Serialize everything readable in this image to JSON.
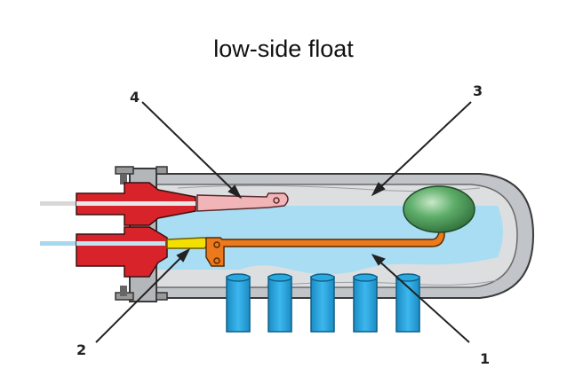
{
  "title": "low-side float",
  "callouts": {
    "c1": "1",
    "c2": "2",
    "c3": "3",
    "c4": "4"
  },
  "colors": {
    "flange_red": "#d8232a",
    "shell_gray": "#b9bcc0",
    "liquid_blue": "#a8dcf2",
    "float_green": "#4f9e5c",
    "lever_orange": "#ec7a1c",
    "pipe_blue": "#1aa3dd",
    "needle_yellow": "#f3e000",
    "pink_lever": "#f1b5b8"
  }
}
